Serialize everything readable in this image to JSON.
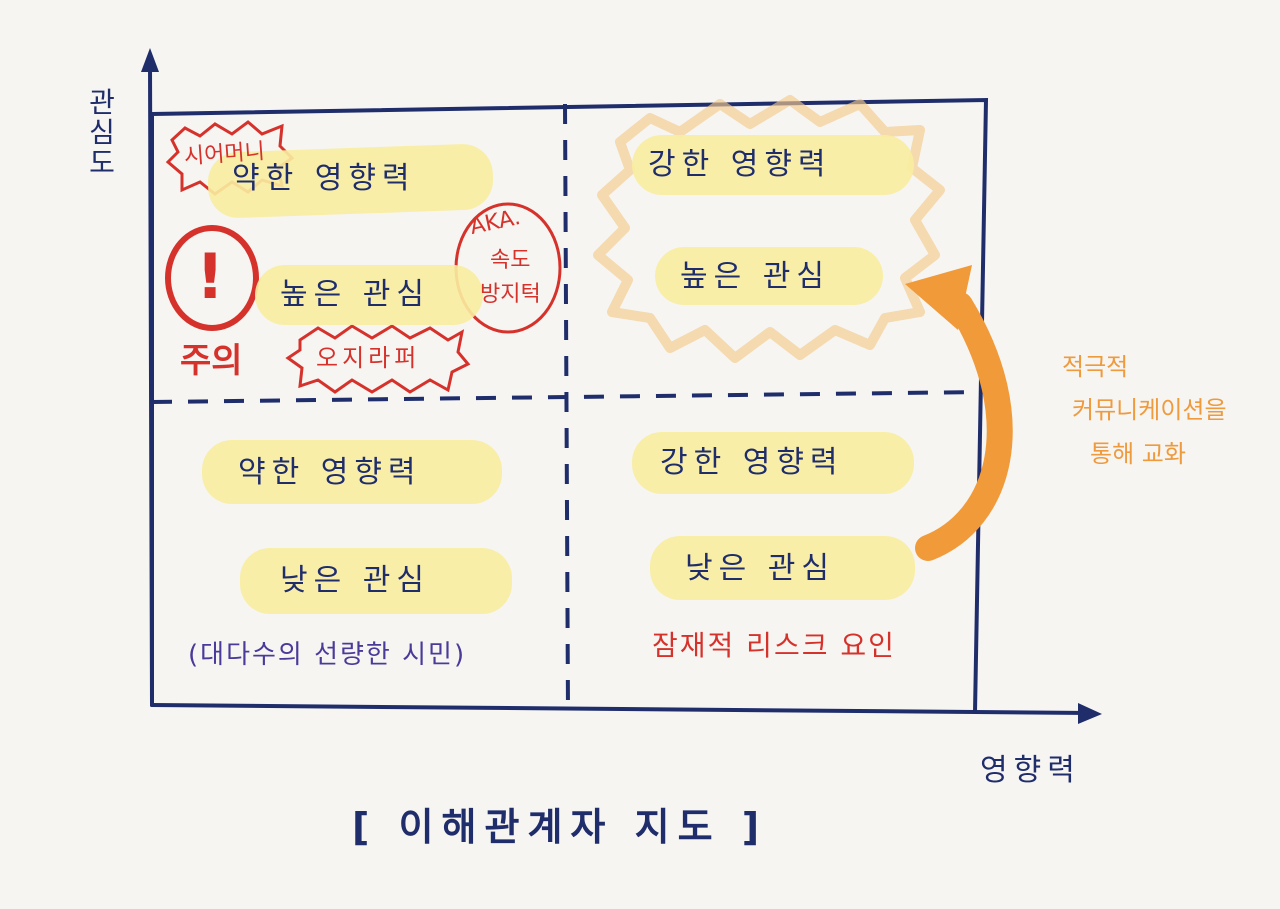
{
  "axes": {
    "y_label_chars": [
      "관",
      "심",
      "도"
    ],
    "x_label": "영향력"
  },
  "title": "[ 이해관계자  지도 ]",
  "quadrants": {
    "top_left": {
      "influence": "약한 영향력",
      "interest": "높은 관심",
      "tag_top": "시어머니",
      "tag_bottom": "오지라퍼",
      "aka": [
        "AKA.",
        "속도",
        "방지턱"
      ],
      "warning_mark": "!",
      "warning_label": "주의"
    },
    "top_right": {
      "influence": "강한 영향력",
      "interest": "높은 관심"
    },
    "bottom_left": {
      "influence": "약한 영향력",
      "interest": "낮은 관심",
      "note": "(대다수의 선량한 시민)"
    },
    "bottom_right": {
      "influence": "강한 영향력",
      "interest": "낮은 관심",
      "note": "잠재적 리스크 요인"
    }
  },
  "arrow_note": [
    "적극적",
    "커뮤니케이션을",
    "통해  교화"
  ],
  "colors": {
    "ink": "#1f2d6b",
    "highlight": "#f8eda0",
    "red": "#d6322c",
    "orange": "#ef9a3d",
    "purple": "#4a3a9a"
  }
}
